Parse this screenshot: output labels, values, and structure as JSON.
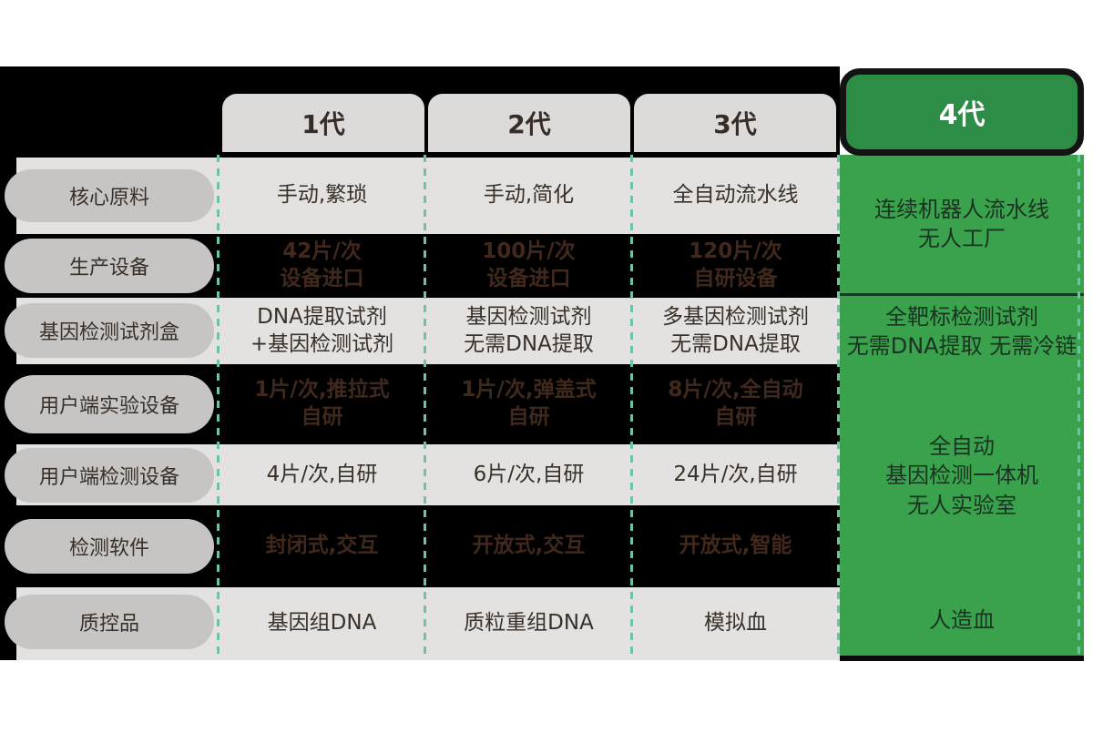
{
  "colors": {
    "page_bg": "#ffffff",
    "table_bg": "#000000",
    "row_light": "#e3e2e0",
    "label_pill": "#c7c5c3",
    "header_pill": "#dcdbd9",
    "green_header": "#2d8c46",
    "green_body": "#3aa24c",
    "green_divider": "#143d20",
    "dashed_line": "#6cc3ab",
    "text_default": "#383029",
    "text_dark_row": "#40291c",
    "text_header": "#362d28",
    "text_on_green": "#1a3322",
    "text_gen4_header": "#ffffff"
  },
  "header": {
    "generations": [
      "1代",
      "2代",
      "3代",
      "4代"
    ]
  },
  "rows": [
    {
      "label": "核心原料",
      "cells": [
        "手动,繁琐",
        "手动,简化",
        "全自动流水线"
      ]
    },
    {
      "label": "生产设备",
      "cells": [
        "42片/次\n设备进口",
        "100片/次\n设备进口",
        "120片/次\n自研设备"
      ]
    },
    {
      "label": "基因检测试剂盒",
      "cells": [
        "DNA提取试剂\n+基因检测试剂",
        "基因检测试剂\n无需DNA提取",
        "多基因检测试剂\n无需DNA提取"
      ]
    },
    {
      "label": "用户端实验设备",
      "cells": [
        "1片/次,推拉式\n自研",
        "1片/次,弹盖式\n自研",
        "8片/次,全自动\n自研"
      ]
    },
    {
      "label": "用户端检测设备",
      "cells": [
        "4片/次,自研",
        "6片/次,自研",
        "24片/次,自研"
      ]
    },
    {
      "label": "检测软件",
      "cells": [
        "封闭式,交互",
        "开放式,交互",
        "开放式,智能"
      ]
    },
    {
      "label": "质控品",
      "cells": [
        "基因组DNA",
        "质粒重组DNA",
        "模拟血"
      ]
    }
  ],
  "gen4_column": {
    "cells": [
      "连续机器人流水线\n无人工厂",
      "全靶标检测试剂\n无需DNA提取 无需冷链",
      "全自动\n基因检测一体机\n无人实验室",
      "人造血"
    ]
  },
  "chart_data": {
    "type": "table",
    "title": "",
    "columns": [
      "",
      "1代",
      "2代",
      "3代",
      "4代"
    ],
    "rows": [
      [
        "核心原料",
        "手动,繁琐",
        "手动,简化",
        "全自动流水线",
        "连续机器人流水线 无人工厂"
      ],
      [
        "生产设备",
        "42片/次 设备进口",
        "100片/次 设备进口",
        "120片/次 自研设备",
        "连续机器人流水线 无人工厂"
      ],
      [
        "基因检测试剂盒",
        "DNA提取试剂+基因检测试剂",
        "基因检测试剂 无需DNA提取",
        "多基因检测试剂 无需DNA提取",
        "全靶标检测试剂 无需DNA提取 无需冷链"
      ],
      [
        "用户端实验设备",
        "1片/次,推拉式 自研",
        "1片/次,弹盖式 自研",
        "8片/次,全自动 自研",
        "全自动 基因检测一体机 无人实验室"
      ],
      [
        "用户端检测设备",
        "4片/次,自研",
        "6片/次,自研",
        "24片/次,自研",
        "全自动 基因检测一体机 无人实验室"
      ],
      [
        "检测软件",
        "封闭式,交互",
        "开放式,交互",
        "开放式,智能",
        "全自动 基因检测一体机 无人实验室"
      ],
      [
        "质控品",
        "基因组DNA",
        "质粒重组DNA",
        "模拟血",
        "人造血"
      ]
    ],
    "layout_notes": "4代 column is highlighted green; it merges rows 1-2 and rows 4-6; dashed teal vertical dividers between columns; rows alternate light-gray and black backgrounds"
  }
}
